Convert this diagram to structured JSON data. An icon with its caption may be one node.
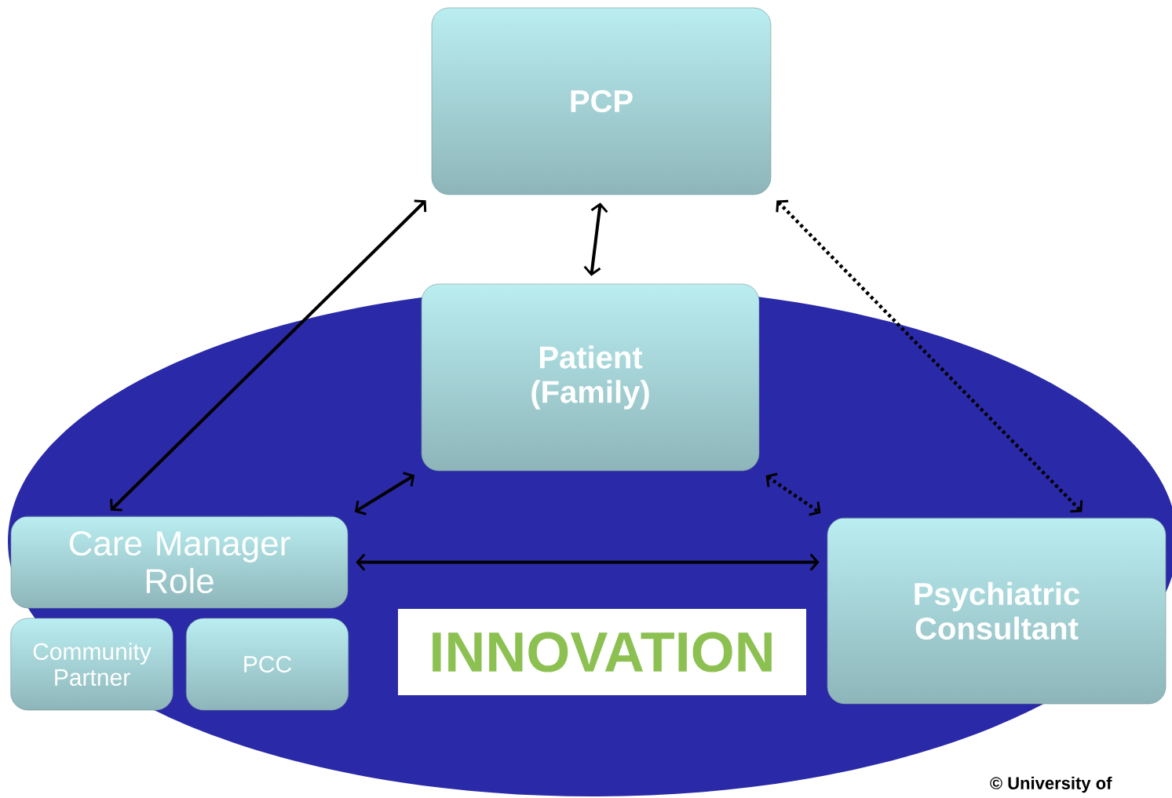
{
  "diagram": {
    "nodes": [
      {
        "text": [
          "PCP"
        ]
      },
      {
        "text": [
          "Patient (Family)"
        ]
      },
      {
        "text": [
          "Care Manager Role"
        ]
      },
      {
        "text": [
          "Community Partner"
        ]
      },
      {
        "text": [
          "PCC"
        ]
      },
      {
        "text": [
          "INNOVATION"
        ]
      },
      {
        "text": [
          "Psychiatric Consultant"
        ]
      }
    ],
    "edges": [
      {
        "from": 0,
        "to": 2,
        "arrow": "both"
      },
      {
        "from": 0,
        "to": 1,
        "arrow": "both"
      },
      {
        "from": 0,
        "to": 6,
        "arrow": "both",
        "style": "dashed"
      },
      {
        "from": 1,
        "to": 2,
        "arrow": "both"
      },
      {
        "from": 1,
        "to": 6,
        "arrow": "both",
        "style": "dashed"
      },
      {
        "from": 2,
        "to": 6,
        "arrow": "both"
      }
    ],
    "labels": [
      "© University of"
    ]
  }
}
